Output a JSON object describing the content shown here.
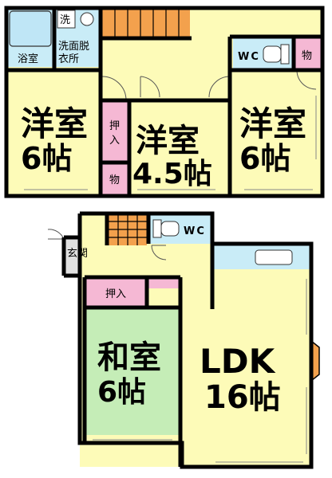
{
  "floor2": {
    "washroom": {
      "label": "洗"
    },
    "bathroom": {
      "label": "浴室"
    },
    "dressing": {
      "line1": "洗面脱",
      "line2": "衣所"
    },
    "toilet": {
      "label": "WC"
    },
    "storage_right": {
      "label": "物"
    },
    "room_left": {
      "name": "洋室",
      "size": "6帖"
    },
    "room_center": {
      "name": "洋室",
      "size": "4.5帖"
    },
    "room_right": {
      "name": "洋室",
      "size": "6帖"
    },
    "closet_center": {
      "label": "押入"
    },
    "storage_center": {
      "label": "物"
    }
  },
  "floor1": {
    "entrance": {
      "label": "玄関"
    },
    "toilet": {
      "label": "WC"
    },
    "closet": {
      "label": "押入"
    },
    "japanese_room": {
      "name": "和室",
      "size": "6帖"
    },
    "ldk": {
      "name": "LDK",
      "size": "16帖"
    }
  },
  "colors": {
    "floor": "#fdfbb8",
    "wet_area": "#c9ecf7",
    "closet": "#f5b8d4",
    "tatami": "#c5edb7",
    "stair": "#f3a14d",
    "wall": "#000000"
  }
}
